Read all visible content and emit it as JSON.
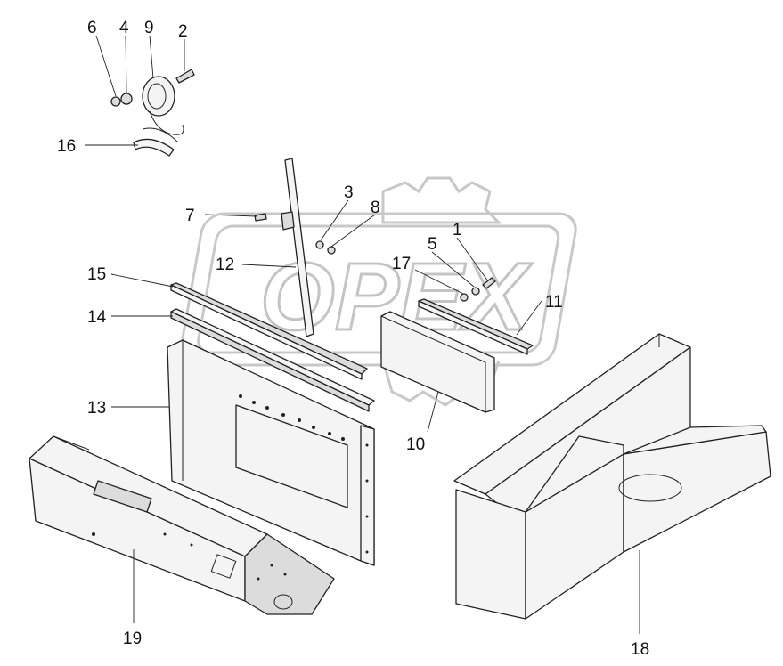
{
  "watermark": {
    "text": "OPEX"
  },
  "callouts": {
    "c1": "1",
    "c2": "2",
    "c3": "3",
    "c4": "4",
    "c5": "5",
    "c6": "6",
    "c7": "7",
    "c8": "8",
    "c9": "9",
    "c10": "10",
    "c11": "11",
    "c12": "12",
    "c13": "13",
    "c14": "14",
    "c15": "15",
    "c16": "16",
    "c17": "17",
    "c18": "18",
    "c19": "19"
  }
}
